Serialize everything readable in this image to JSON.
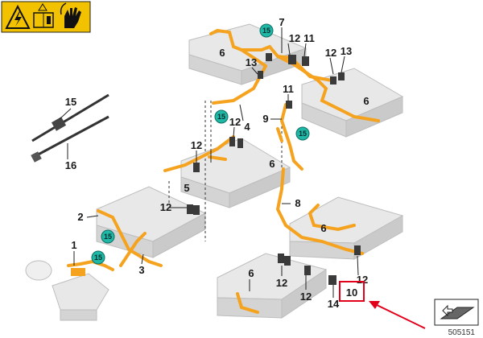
{
  "callouts": {
    "c7": "7",
    "c12a": "12",
    "c11a": "11",
    "c6a": "6",
    "c13a": "13",
    "c12b": "12",
    "c13b": "13",
    "c11b": "11",
    "c6b": "6",
    "c9": "9",
    "c4": "4",
    "c12c": "12",
    "c15cable": "15",
    "c16cable": "16",
    "c12d": "12",
    "c6c": "6",
    "c5": "5",
    "c12e": "12",
    "c8": "8",
    "c2": "2",
    "c6d": "6",
    "c1": "1",
    "c3": "3",
    "c12f": "12",
    "c6e": "6",
    "c12g": "12",
    "c12h": "12",
    "c14": "14",
    "c10": "10"
  },
  "badges": {
    "b1": "15",
    "b2": "15",
    "b3": "15",
    "b4": "15",
    "b5": "15"
  },
  "warning_panel": {
    "icons": [
      "high-voltage-icon",
      "read-manual-icon",
      "no-touch-hand-icon"
    ]
  },
  "diagram_code": "505151",
  "colors": {
    "cable": "#f5a21e",
    "badge": "#1fb8a6",
    "highlight": "#e3001b",
    "warning": "#f2c200",
    "module": "#e6e6e6"
  }
}
